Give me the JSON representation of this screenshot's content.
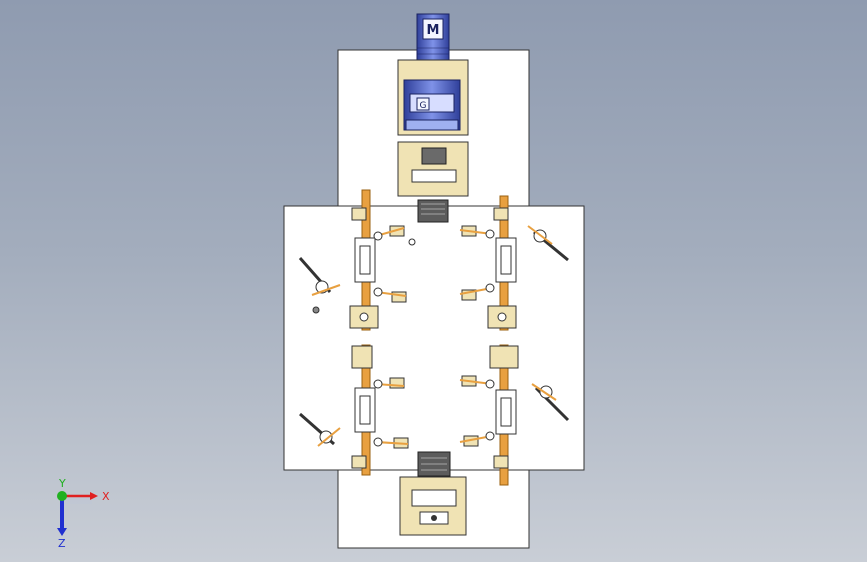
{
  "viewport": {
    "background_top": "#8f9bb0",
    "background_bottom": "#c9ced6",
    "plate_color": "#ffffff",
    "part_color": "#f0e3b4",
    "accent_orange": "#e8a040",
    "motor_color": "#5b6fd0"
  },
  "model": {
    "motor_label": "M",
    "gearbox_label": "G"
  },
  "triad": {
    "x_label": "X",
    "y_label": "Y",
    "z_label": "Z",
    "x_color": "#e02020",
    "y_color": "#20b020",
    "z_color": "#2030d0"
  }
}
